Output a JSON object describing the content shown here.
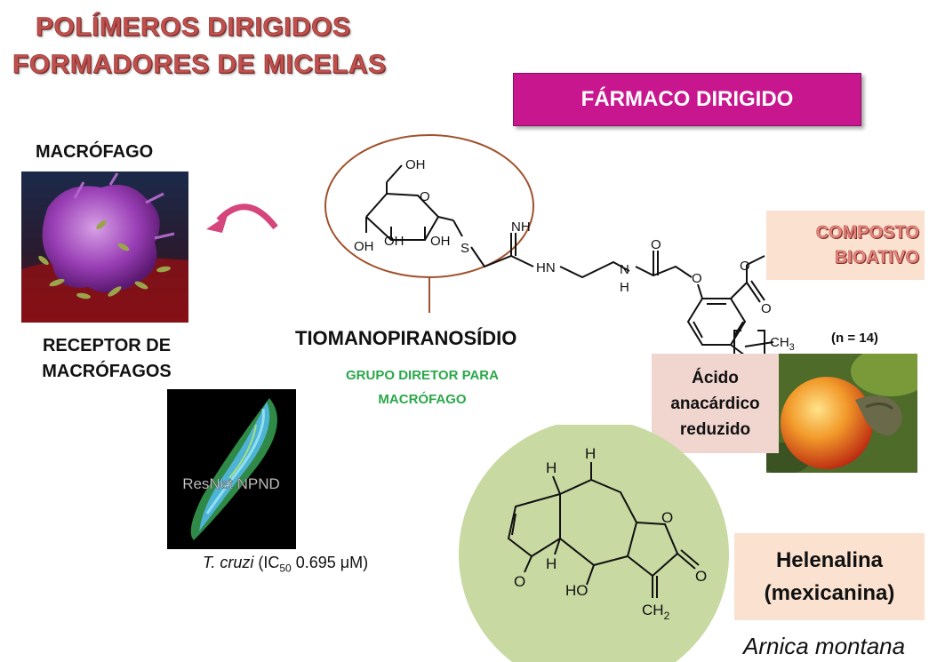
{
  "title": {
    "line1": "POLÍMEROS DIRIGIDOS",
    "line2": "FORMADORES DE MICELAS"
  },
  "farmaco_box": {
    "label": "FÁRMACO DIRIGIDO",
    "color": "#c8168f"
  },
  "macrofago": {
    "label": "MACRÓFAGO",
    "receptor_line1": "RECEPTOR DE",
    "receptor_line2": "MACRÓFAGOS"
  },
  "tiomano": {
    "label": "TIOMANOPIRANOSÍDIO",
    "grupo_line1": "GRUPO DIRETOR PARA",
    "grupo_line2": "MACRÓFAGO"
  },
  "bioativo": {
    "line1": "COMPOSTO",
    "line2": "BIOATIVO"
  },
  "acido": {
    "line1": "Ácido",
    "line2": "anacárdico",
    "line3": "reduzido"
  },
  "n_label": "(n = 14)",
  "tcruzi": {
    "name": "T. cruzi",
    "open": " (IC",
    "sub": "50",
    "value": " 0.695 μM)"
  },
  "resnet_watermark": "ResNet NPND",
  "helenalina": {
    "line1": "Helenalina",
    "line2": "(mexicanina)"
  },
  "arnica": "Arnica montana",
  "structure_atoms": {
    "oh_top": "OH",
    "o_ring": "O",
    "oh_left": "OH",
    "oh_mid": "OH",
    "oh_right": "OH",
    "s": "S",
    "nh_imine": "NH",
    "hn": "HN",
    "n": "N",
    "h": "H",
    "o_carbonyl": "O",
    "o_ether": "O",
    "o_ester": "O",
    "o_ester2": "O",
    "ch3": "CH",
    "ch3_sub": "3"
  },
  "helenalin_atoms": {
    "h_top": "H",
    "h_left": "H",
    "o_left": "O",
    "h_bottom": "H",
    "o_ring": "O",
    "o_carbonyl": "O",
    "ho": "HO",
    "ch2": "CH",
    "ch2_sub": "2"
  }
}
